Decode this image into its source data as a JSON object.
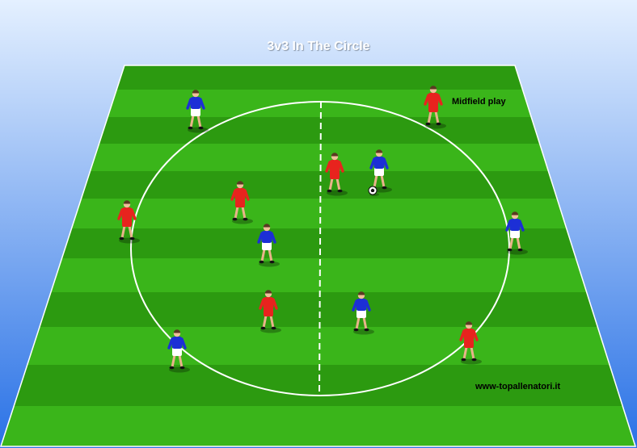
{
  "diagram": {
    "title": "3v3 In The Circle",
    "annotation": "Midfield  play",
    "website": "www-topallenatori.it"
  },
  "colors": {
    "background_top": "#e4f0ff",
    "background_bottom": "#2a72e6",
    "grass_light": "#3ab51a",
    "grass_dark": "#2c9a10",
    "lines": "#ffffff",
    "team_red": "#e8231e",
    "team_blue": "#1c2fd6",
    "shorts_white": "#ffffff",
    "ball": "#111111"
  },
  "players": [
    {
      "team": "blue",
      "icon": "blue-player-icon"
    },
    {
      "team": "red",
      "icon": "red-player-icon"
    },
    {
      "team": "red",
      "icon": "red-player-icon"
    },
    {
      "team": "blue",
      "icon": "blue-player-icon"
    },
    {
      "team": "red",
      "icon": "red-player-icon"
    },
    {
      "team": "red",
      "icon": "red-player-icon"
    },
    {
      "team": "blue",
      "icon": "blue-player-icon"
    },
    {
      "team": "blue",
      "icon": "blue-player-icon"
    },
    {
      "team": "red",
      "icon": "red-player-icon"
    },
    {
      "team": "blue",
      "icon": "blue-player-icon"
    },
    {
      "team": "red",
      "icon": "red-player-icon"
    },
    {
      "team": "blue",
      "icon": "blue-player-icon"
    }
  ],
  "ball": {
    "icon": "ball-icon"
  }
}
